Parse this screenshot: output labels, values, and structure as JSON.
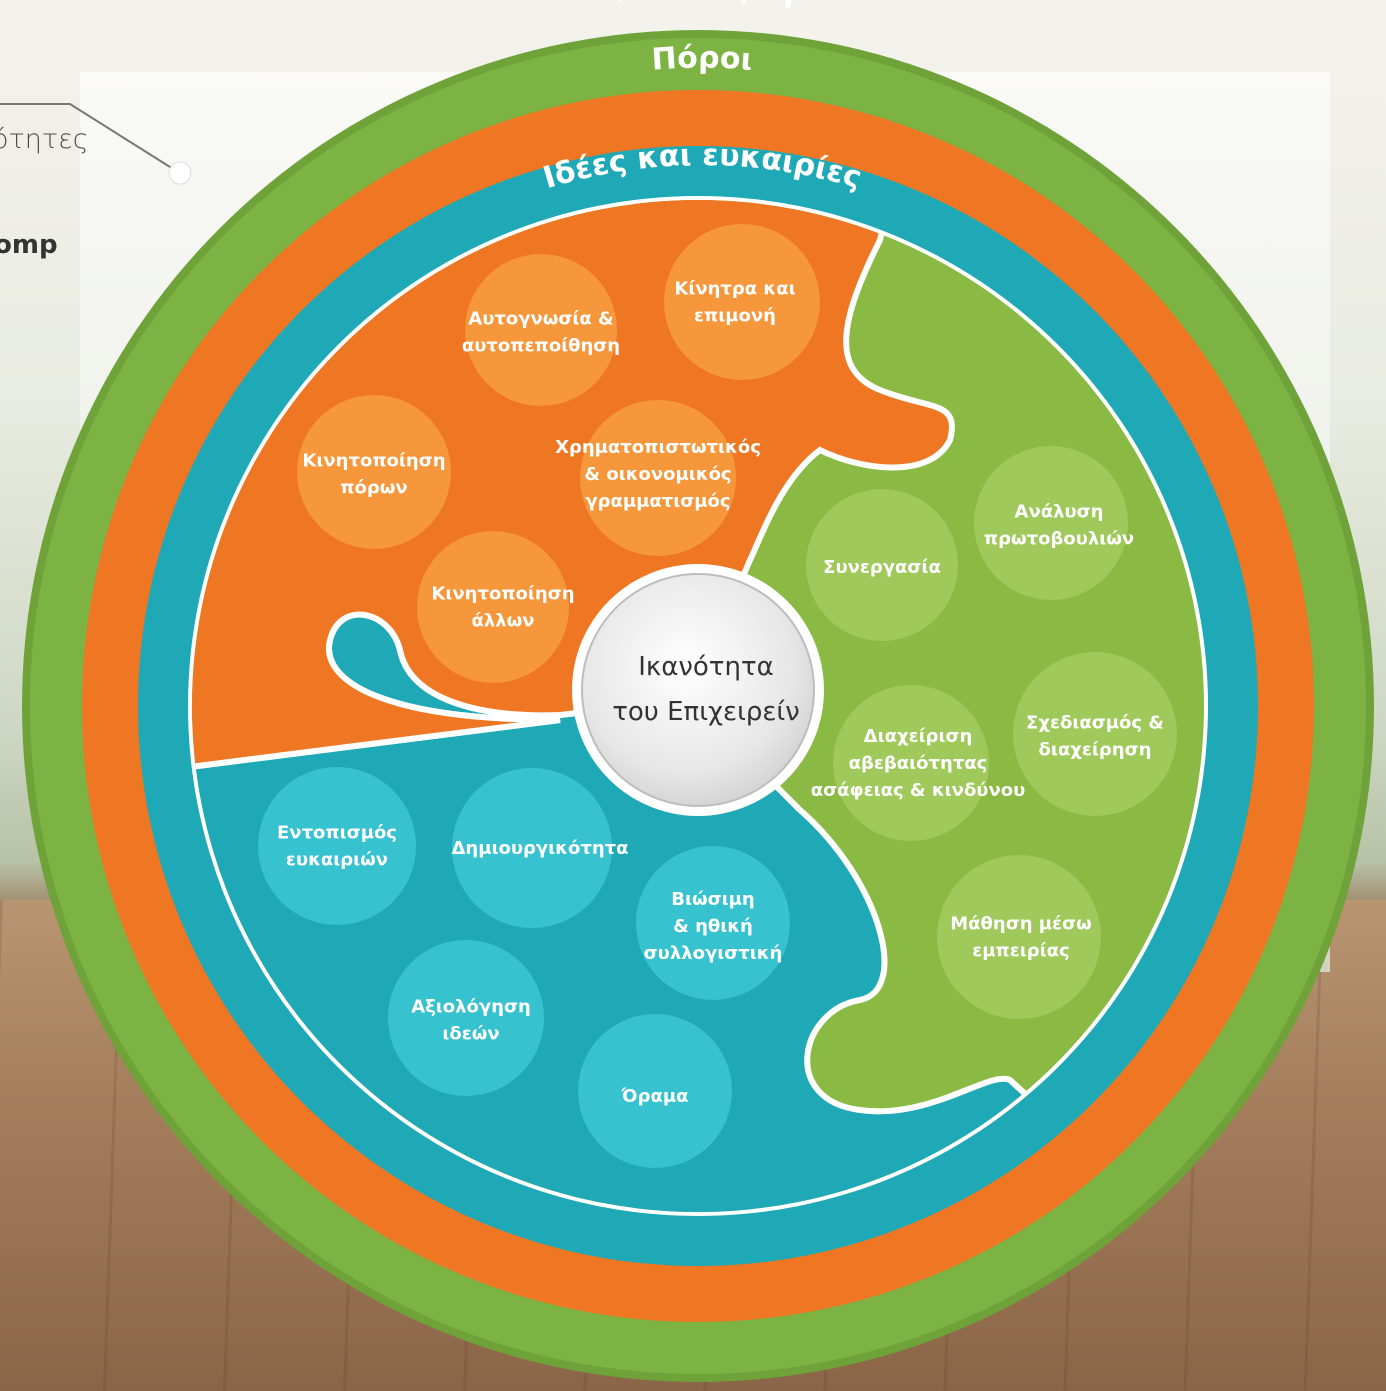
{
  "side_fragments": {
    "line1": "ότητες",
    "line2": "omp"
  },
  "rings": {
    "outer": "Υλοποίηση",
    "middle": "Πόροι",
    "inner": "Ιδέες και ευκαιρίες"
  },
  "center": {
    "line1": "Ικανότητα",
    "line2": "του Επιχειρείν"
  },
  "resources_bubbles": [
    {
      "lines": [
        "Αυτογνωσία &",
        "αυτοπεποίθηση"
      ]
    },
    {
      "lines": [
        "Κίνητρα και",
        "επιμονή"
      ]
    },
    {
      "lines": [
        "Κινητοποίηση",
        "πόρων"
      ]
    },
    {
      "lines": [
        "Χρηματοπιστωτικός",
        "& οικονομικός",
        "γραμματισμός"
      ]
    },
    {
      "lines": [
        "Κινητοποίηση",
        "άλλων"
      ]
    }
  ],
  "implementation_bubbles": [
    {
      "lines": [
        "Συνεργασία"
      ]
    },
    {
      "lines": [
        "Ανάλυση",
        "πρωτοβουλιών"
      ]
    },
    {
      "lines": [
        "Διαχείριση",
        "αβεβαιότητας",
        "ασάφειας & κινδύνου"
      ]
    },
    {
      "lines": [
        "Σχεδιασμός &",
        "διαχείρηση"
      ]
    },
    {
      "lines": [
        "Μάθηση μέσω",
        "εμπειρίας"
      ]
    }
  ],
  "ideas_bubbles": [
    {
      "lines": [
        "Εντοπισμός",
        "ευκαιριών"
      ]
    },
    {
      "lines": [
        "Δημιουργικότητα"
      ]
    },
    {
      "lines": [
        "Βιώσιμη",
        "& ηθική",
        "συλλογιστική"
      ]
    },
    {
      "lines": [
        "Αξιολόγηση",
        "ιδεών"
      ]
    },
    {
      "lines": [
        "Όραμα"
      ]
    }
  ],
  "colors": {
    "green": "#6fa33a",
    "green_light": "#8ab944",
    "orange": "#ef7622",
    "orange_bubble": "#f5973a",
    "teal": "#1fa9b6",
    "teal_bubble": "#36c2ce",
    "green_bubble": "#9fc95a"
  }
}
